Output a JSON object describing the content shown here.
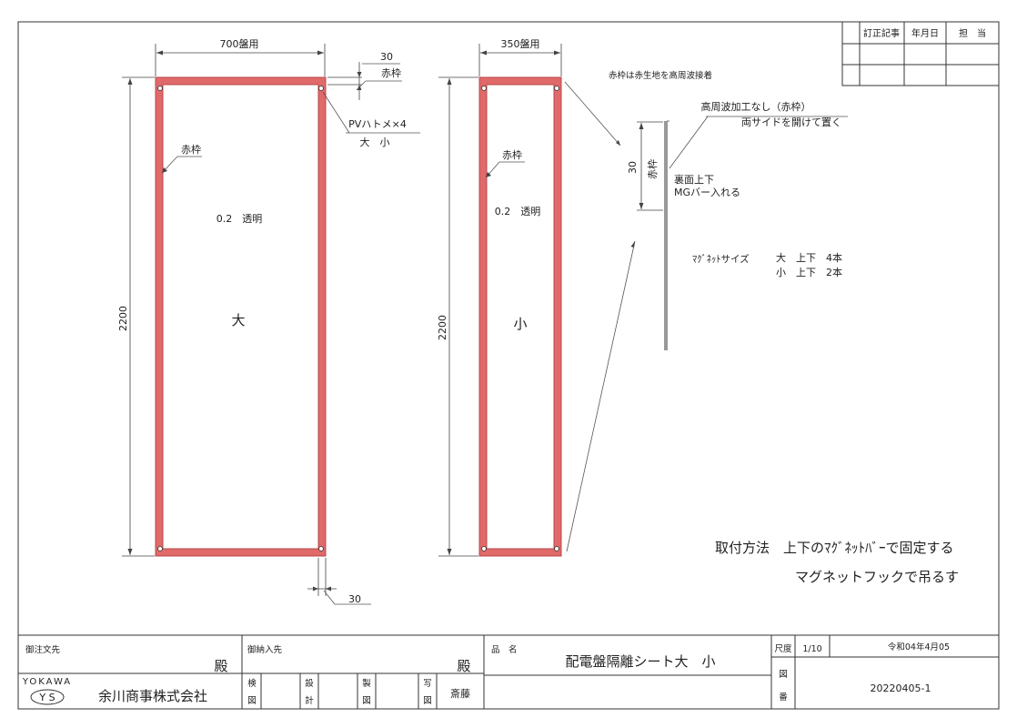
{
  "revision_table": {
    "col1": "訂正記事",
    "col2": "年月日",
    "col3": "担　当"
  },
  "large_panel": {
    "width_label": "700盤用",
    "height_label": "2200",
    "top_frame_dim": "30",
    "top_frame_label": "赤枠",
    "grommet_label": "PVハトメ×4",
    "grommet_sub": "大　小",
    "frame_label": "赤枠",
    "material": "0.2　透明",
    "size_mark": "大",
    "bottom_dim": "30"
  },
  "small_panel": {
    "width_label": "350盤用",
    "height_label": "2200",
    "frame_label": "赤枠",
    "material": "0.2　透明",
    "size_mark": "小"
  },
  "notes": {
    "red_frame_note": "赤枠は赤生地を高周波接着",
    "hf_note_line1": "高周波加工なし（赤枠）",
    "hf_note_line2": "両サイドを開けて置く",
    "section_dim": "30",
    "section_label": "赤枠",
    "back_line1": "裏面上下",
    "back_line2": "MGバー入れる",
    "magnet_size_label": "ﾏｸﾞﾈｯﾄサイズ",
    "magnet_large": "大　上下　4本",
    "magnet_small": "小　上下　2本"
  },
  "install": {
    "line1": "取付方法　上下のﾏｸﾞﾈｯﾄﾊﾞｰで固定する",
    "line2": "マグネットフックで吊るす"
  },
  "title_block": {
    "orderer_label": "御注文先",
    "honorific1": "殿",
    "delivery_label": "御納入先",
    "honorific2": "殿",
    "product_label": "品　名",
    "product_name": "配電盤隔離シート大　小",
    "scale_label": "尺度",
    "scale_value": "1/10",
    "date": "令和04年4月05",
    "drawing_no_label1": "図",
    "drawing_no_label2": "番",
    "drawing_no": "20220405-1",
    "logo_top": "YOKAWA",
    "logo_mark": "Y S",
    "company": "余川商事株式会社",
    "check1_top": "検",
    "check1_bottom": "図",
    "check2_top": "設",
    "check2_bottom": "計",
    "check3_top": "製",
    "check3_bottom": "図",
    "check4_top": "写",
    "check4_bottom": "図",
    "drafter": "斎藤"
  }
}
